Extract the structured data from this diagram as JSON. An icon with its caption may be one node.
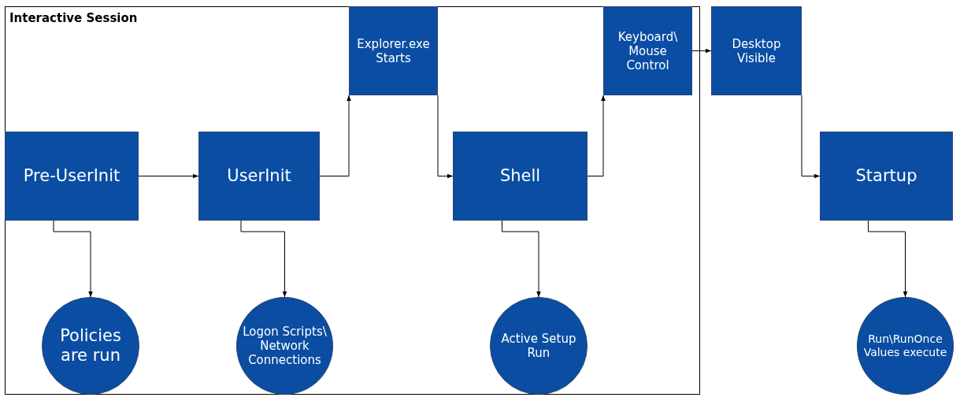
{
  "diagram": {
    "nodes": [
      {
        "text": [
          "Interactive Session"
        ]
      },
      {
        "text": [
          "Pre-UserInit"
        ],
        "in": 0
      },
      {
        "text": [
          "UserInit"
        ],
        "in": 0
      },
      {
        "text": [
          "Explorer.exe Starts"
        ],
        "in": 0
      },
      {
        "text": [
          "Shell"
        ],
        "in": 0
      },
      {
        "text": [
          "Keyboard\\ Mouse Control"
        ],
        "in": 0
      },
      {
        "text": [
          "Desktop Visible"
        ]
      },
      {
        "text": [
          "Startup"
        ]
      },
      {
        "text": [
          "Policies are run"
        ],
        "in": 0
      },
      {
        "text": [
          "Logon Scripts\\ Network Connections"
        ],
        "in": 0
      },
      {
        "text": [
          "Active Setup Run"
        ],
        "in": 0
      },
      {
        "text": [
          "Run\\RunOnce Values execute"
        ]
      }
    ],
    "edges": [
      {
        "from": 1,
        "to": 2,
        "arrow": "to"
      },
      {
        "from": 1,
        "to": 8,
        "arrow": "to"
      },
      {
        "from": 2,
        "to": 3,
        "arrow": "to"
      },
      {
        "from": 2,
        "to": 9,
        "arrow": "to"
      },
      {
        "from": 3,
        "to": 4,
        "arrow": "to"
      },
      {
        "from": 4,
        "to": 5,
        "arrow": "to"
      },
      {
        "from": 4,
        "to": 10,
        "arrow": "to"
      },
      {
        "from": 5,
        "to": 6,
        "arrow": "to"
      },
      {
        "from": 6,
        "to": 7,
        "arrow": "to"
      },
      {
        "from": 7,
        "to": 11,
        "arrow": "to"
      }
    ]
  }
}
